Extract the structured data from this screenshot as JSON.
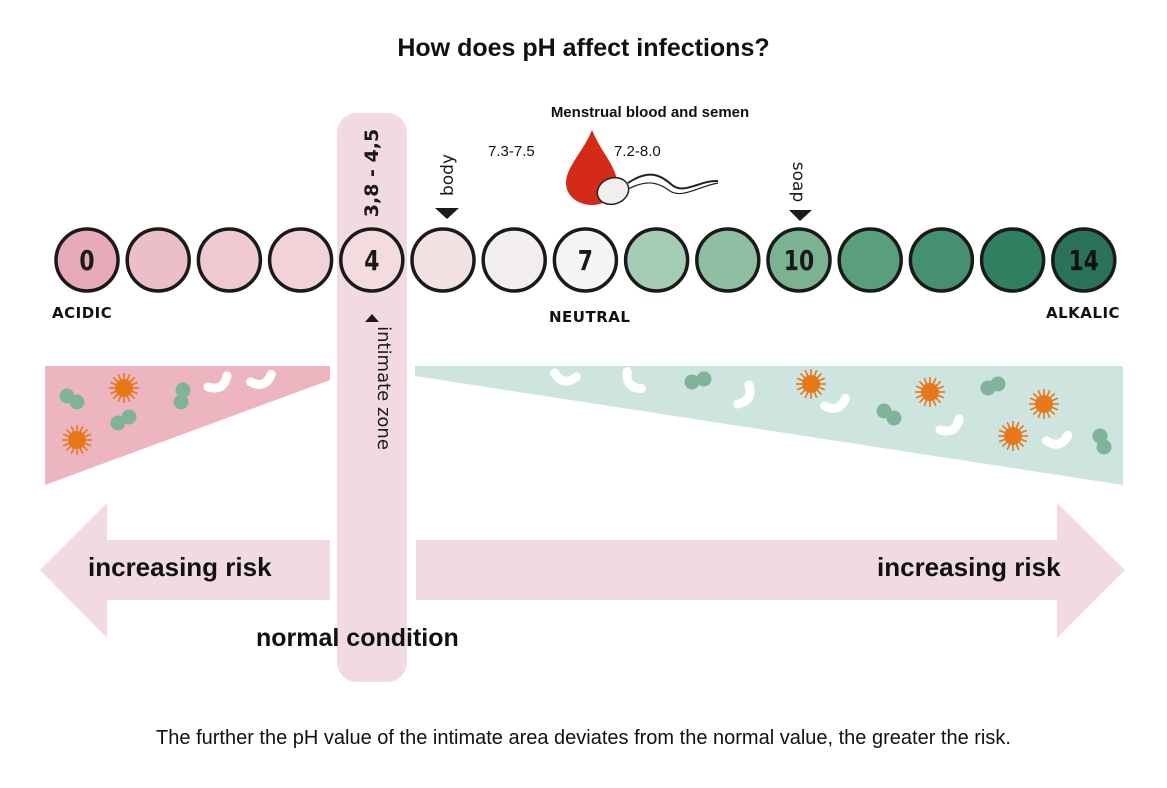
{
  "title": "How does pH affect infections?",
  "menstrual": {
    "title": "Menstrual blood and semen",
    "range_blood": "7.3-7.5",
    "range_semen": "7.2-8.0",
    "blood_color": "#d42a18"
  },
  "scale": {
    "circles": [
      {
        "value": 0,
        "label": "0",
        "color": "#e8a9b8"
      },
      {
        "value": 1,
        "label": "",
        "color": "#ecbfc8"
      },
      {
        "value": 2,
        "label": "",
        "color": "#efc8d0"
      },
      {
        "value": 3,
        "label": "",
        "color": "#f1d2d8"
      },
      {
        "value": 4,
        "label": "4",
        "color": "#f3dbe0"
      },
      {
        "value": 5,
        "label": "",
        "color": "#f2e2e4"
      },
      {
        "value": 6,
        "label": "",
        "color": "#f2eeef"
      },
      {
        "value": 7,
        "label": "7",
        "color": "#f5f5f5"
      },
      {
        "value": 8,
        "label": "",
        "color": "#a5cdb6"
      },
      {
        "value": 9,
        "label": "",
        "color": "#8fbfa3"
      },
      {
        "value": 10,
        "label": "10",
        "color": "#7bb392"
      },
      {
        "value": 11,
        "label": "",
        "color": "#5a9f7c"
      },
      {
        "value": 12,
        "label": "",
        "color": "#469072"
      },
      {
        "value": 13,
        "label": "",
        "color": "#2f8060"
      },
      {
        "value": 14,
        "label": "14",
        "color": "#2a7258"
      }
    ],
    "acidic_label": "ACIDIC",
    "neutral_label": "NEUTRAL",
    "alkalic_label": "ALKALIC"
  },
  "markers": {
    "body": "body",
    "soap": "soap"
  },
  "zone": {
    "range": "3,8 - 4,5",
    "label": "intimate zone",
    "color": "#f2dbe0"
  },
  "risk": {
    "left_label": "increasing risk",
    "right_label": "increasing risk",
    "arrow_color": "#f2dbe0",
    "acid_wedge_color": "#ecb5c0",
    "alk_wedge_color": "#cde4df",
    "microbe_orange": "#e7781a",
    "microbe_green": "#7fb49b"
  },
  "normal_condition": "normal condition",
  "footnote": "The further the pH value of the intimate area deviates from the normal value, the greater the risk."
}
